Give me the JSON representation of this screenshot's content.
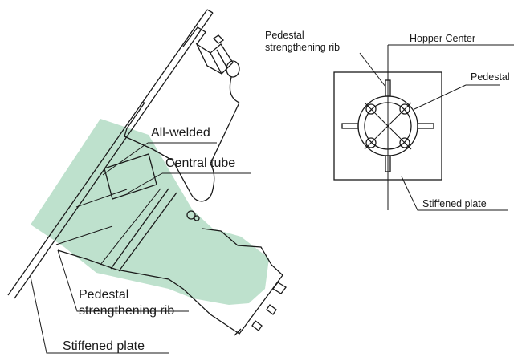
{
  "left_view": {
    "labels": {
      "all_welded": "All-welded",
      "central_tube": "Central tube",
      "pedestal_rib_line1": "Pedestal",
      "pedestal_rib_line2": "strengthening rib",
      "stiffened_plate": "Stiffened plate"
    },
    "colors": {
      "shade": "#b3dcc4",
      "ink": "#1a1a1a"
    }
  },
  "right_view": {
    "labels": {
      "pedestal_rib_line1": "Pedestal",
      "pedestal_rib_line2": "strengthening rib",
      "hopper_center": "Hopper Center",
      "pedestal": "Pedestal",
      "stiffened_plate": "Stiffened plate"
    }
  }
}
